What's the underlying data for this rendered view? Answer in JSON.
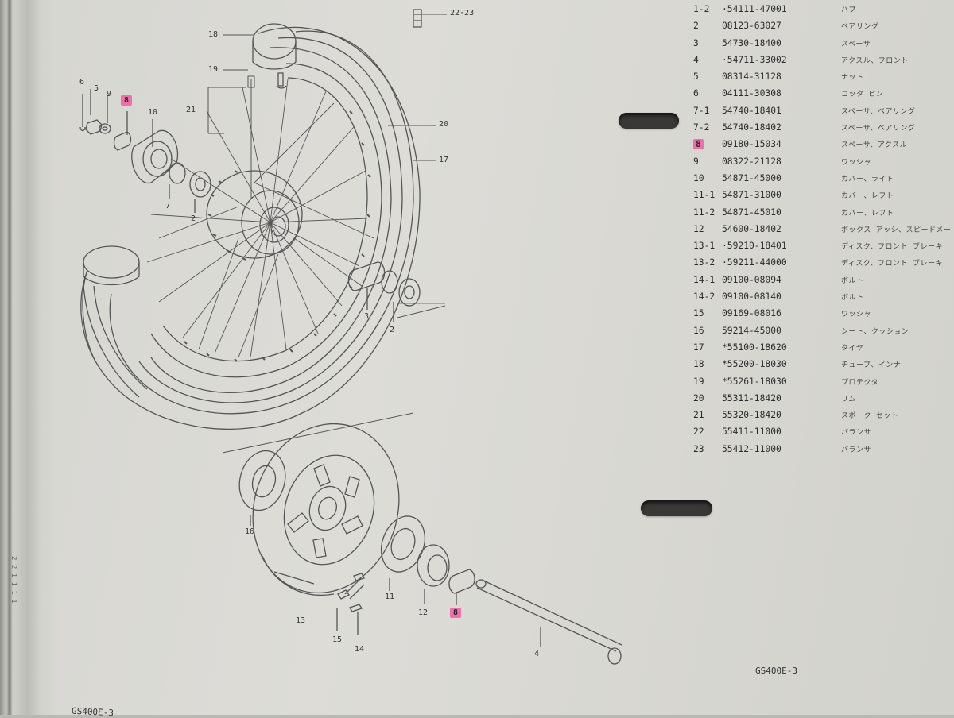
{
  "page": {
    "code_bottom_right": "GS400E-3",
    "code_bottom_left": "GS400E-3",
    "edge_marks": "2 2 1 1 1 1"
  },
  "callouts": {
    "c22_23": "22·23",
    "c18": "18",
    "c19": "19",
    "c21": "21",
    "c6": "6",
    "c5": "5",
    "c9": "9",
    "c8_top": "8",
    "c10": "10",
    "c7": "7",
    "c2_top": "2",
    "c20": "20",
    "c17": "17",
    "c3": "3",
    "c2_right": "2",
    "c16": "16",
    "c11": "11",
    "c12": "12",
    "c8_bottom": "8",
    "c13": "13",
    "c15": "15",
    "c14": "14",
    "c4": "4"
  },
  "parts_list": [
    {
      "no": "1-2",
      "part": "·54111-47001",
      "desc": "ハブ",
      "highlight": false
    },
    {
      "no": "2",
      "part": "08123-63027",
      "desc": "ベアリング",
      "highlight": false
    },
    {
      "no": "3",
      "part": "54730-18400",
      "desc": "スペーサ",
      "highlight": false
    },
    {
      "no": "4",
      "part": "·54711-33002",
      "desc": "アクスル、フロント",
      "highlight": false
    },
    {
      "no": "5",
      "part": "08314-31128",
      "desc": "ナット",
      "highlight": false
    },
    {
      "no": "6",
      "part": "04111-30308",
      "desc": "コッタ ピン",
      "highlight": false
    },
    {
      "no": "7-1",
      "part": "54740-18401",
      "desc": "スペーサ、ベアリング",
      "highlight": false
    },
    {
      "no": "7-2",
      "part": "54740-18402",
      "desc": "スペーサ、ベアリング",
      "highlight": false
    },
    {
      "no": "8",
      "part": "09180-15034",
      "desc": "スペーサ、アクスル",
      "highlight": true
    },
    {
      "no": "9",
      "part": "08322-21128",
      "desc": "ワッシャ",
      "highlight": false
    },
    {
      "no": "10",
      "part": "54871-45000",
      "desc": "カバー、ライト",
      "highlight": false
    },
    {
      "no": "11-1",
      "part": "54871-31000",
      "desc": "カバー、レフト",
      "highlight": false
    },
    {
      "no": "11-2",
      "part": "54871-45010",
      "desc": "カバー、レフト",
      "highlight": false
    },
    {
      "no": "12",
      "part": "54600-18402",
      "desc": "ボックス アッシ、スピードメー",
      "highlight": false
    },
    {
      "no": "13-1",
      "part": "·59210-18401",
      "desc": "ディスク、フロント ブレーキ",
      "highlight": false
    },
    {
      "no": "13-2",
      "part": "·59211-44000",
      "desc": "ディスク、フロント ブレーキ",
      "highlight": false
    },
    {
      "no": "14-1",
      "part": "09100-08094",
      "desc": "ボルト",
      "highlight": false
    },
    {
      "no": "14-2",
      "part": "09100-08140",
      "desc": "ボルト",
      "highlight": false
    },
    {
      "no": "15",
      "part": "09169-08016",
      "desc": "ワッシャ",
      "highlight": false
    },
    {
      "no": "16",
      "part": "59214-45000",
      "desc": "シート、クッション",
      "highlight": false
    },
    {
      "no": "17",
      "part": "*55100-18620",
      "desc": "タイヤ",
      "highlight": false
    },
    {
      "no": "18",
      "part": "*55200-18030",
      "desc": "チューブ、インナ",
      "highlight": false
    },
    {
      "no": "19",
      "part": "*55261-18030",
      "desc": "プロテクタ",
      "highlight": false
    },
    {
      "no": "20",
      "part": "55311-18420",
      "desc": "リム",
      "highlight": false
    },
    {
      "no": "21",
      "part": "55320-18420",
      "desc": "スポーク セット",
      "highlight": false
    },
    {
      "no": "22",
      "part": "55411-11000",
      "desc": "バランサ",
      "highlight": false
    },
    {
      "no": "23",
      "part": "55412-11000",
      "desc": "バランサ",
      "highlight": false
    }
  ]
}
